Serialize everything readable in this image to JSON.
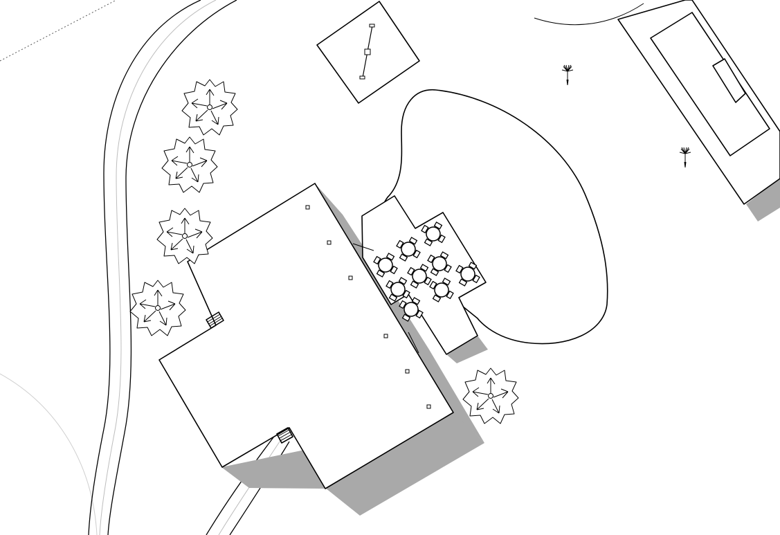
{
  "colors": {
    "background": "#ffffff",
    "linework": "#000000",
    "shadow": "#a9a9a9",
    "path_centerline": "#bdbdbd",
    "property_line": "#555555"
  },
  "icons": {
    "tree": "tree-canopy-icon",
    "table_set": "round-table-with-chairs-icon",
    "palm": "palm-tree-icon",
    "column": "column-square-icon",
    "stairs": "stairs-icon",
    "swing": "swing-set-icon"
  },
  "counts": {
    "trees": 5,
    "table_sets": 9,
    "palms": 2,
    "columns": 6,
    "stairs": 2
  }
}
